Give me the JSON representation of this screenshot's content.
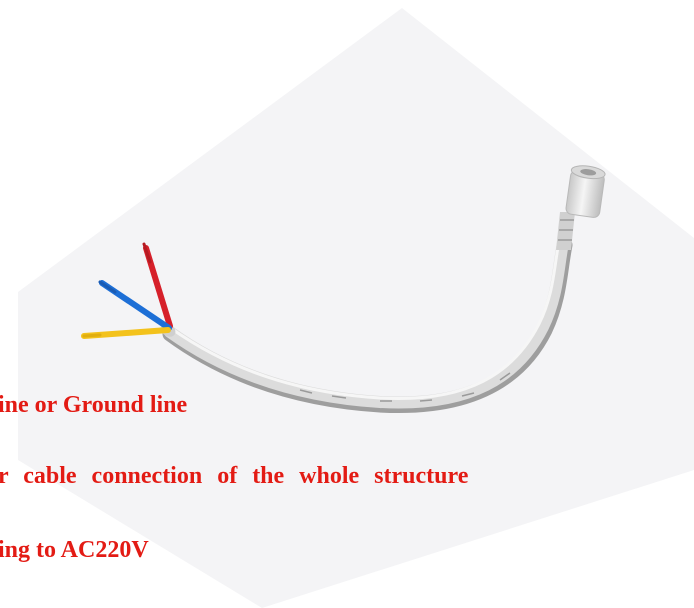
{
  "text_lines": [
    "ine or Ground line",
    "r   cable   connection   of   the   whole   structure",
    "ing to AC220V"
  ],
  "image": {
    "subject": "cable-with-connector",
    "colors": {
      "background": "#ffffff",
      "backdrop": "#f4f4f6",
      "cable": "#d9d9d9",
      "connector": "#e7e7e7",
      "wire_red": "#d6202a",
      "wire_blue": "#1d6fd6",
      "wire_yellow": "#f3c21c",
      "text": "#e31b14"
    }
  }
}
